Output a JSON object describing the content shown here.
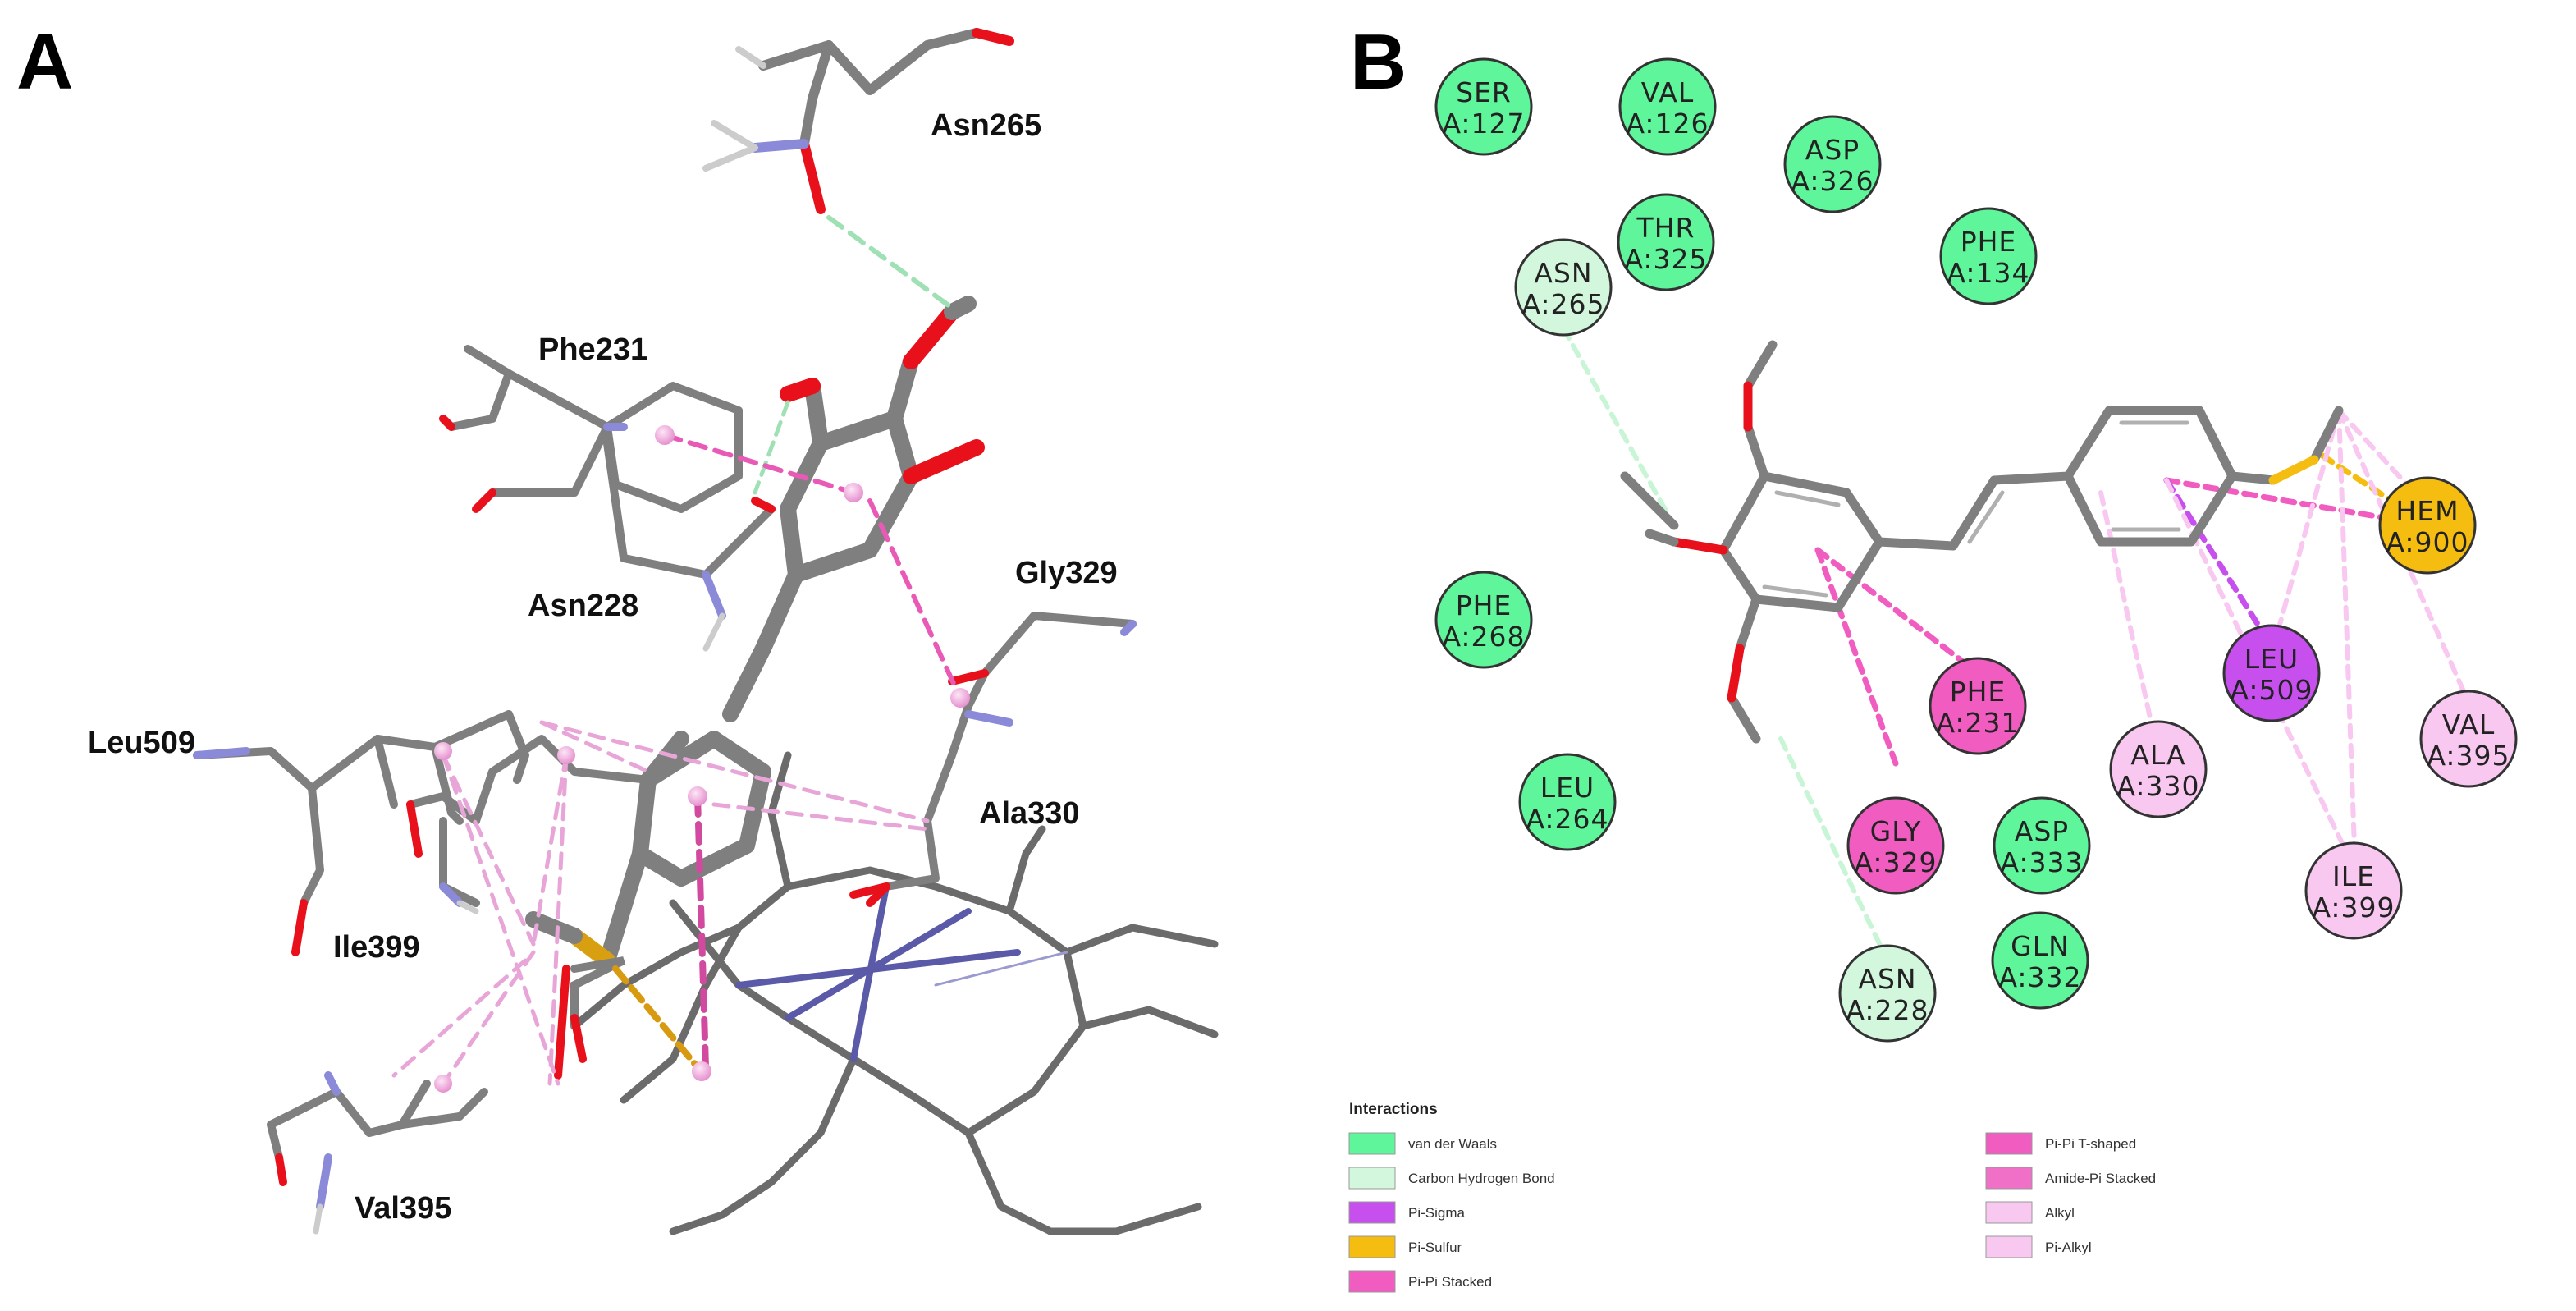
{
  "panels": {
    "a": "A",
    "b": "B"
  },
  "residue_labels_a": {
    "asn265": "Asn265",
    "phe231": "Phe231",
    "asn228": "Asn228",
    "gly329": "Gly329",
    "leu509": "Leu509",
    "ala330": "Ala330",
    "ile399": "Ile399",
    "val395": "Val395"
  },
  "nodes": [
    {
      "id": "ser127",
      "name": "SER",
      "pos": "A:127",
      "type": "vdw"
    },
    {
      "id": "val126",
      "name": "VAL",
      "pos": "A:126",
      "type": "vdw"
    },
    {
      "id": "asp326",
      "name": "ASP",
      "pos": "A:326",
      "type": "vdw"
    },
    {
      "id": "asn265",
      "name": "ASN",
      "pos": "A:265",
      "type": "chb"
    },
    {
      "id": "thr325",
      "name": "THR",
      "pos": "A:325",
      "type": "vdw"
    },
    {
      "id": "phe134",
      "name": "PHE",
      "pos": "A:134",
      "type": "vdw"
    },
    {
      "id": "phe268",
      "name": "PHE",
      "pos": "A:268",
      "type": "vdw"
    },
    {
      "id": "hem900",
      "name": "HEM",
      "pos": "A:900",
      "type": "pisulfur"
    },
    {
      "id": "phe231",
      "name": "PHE",
      "pos": "A:231",
      "type": "tshaped"
    },
    {
      "id": "leu509",
      "name": "LEU",
      "pos": "A:509",
      "type": "pisigma"
    },
    {
      "id": "val395",
      "name": "VAL",
      "pos": "A:395",
      "type": "alkyl"
    },
    {
      "id": "leu264",
      "name": "LEU",
      "pos": "A:264",
      "type": "vdw"
    },
    {
      "id": "ala330",
      "name": "ALA",
      "pos": "A:330",
      "type": "alkyl"
    },
    {
      "id": "gly329",
      "name": "GLY",
      "pos": "A:329",
      "type": "amidepi"
    },
    {
      "id": "asp333",
      "name": "ASP",
      "pos": "A:333",
      "type": "vdw"
    },
    {
      "id": "ile399",
      "name": "ILE",
      "pos": "A:399",
      "type": "alkyl"
    },
    {
      "id": "gln332",
      "name": "GLN",
      "pos": "A:332",
      "type": "vdw"
    },
    {
      "id": "asn228",
      "name": "ASN",
      "pos": "A:228",
      "type": "chb"
    }
  ],
  "legend": {
    "title": "Interactions",
    "items": [
      {
        "label": "van der Waals",
        "color": "#5ff59b"
      },
      {
        "label": "Carbon Hydrogen Bond",
        "color": "#d2f7dd"
      },
      {
        "label": "Pi-Sigma",
        "color": "#c64fee"
      },
      {
        "label": "Pi-Sulfur",
        "color": "#f5bd10"
      },
      {
        "label": "Pi-Pi Stacked",
        "color": "#f05cc0"
      },
      {
        "label": "Pi-Pi T-shaped",
        "color": "#f05cc0"
      },
      {
        "label": "Amide-Pi Stacked",
        "color": "#f070c8"
      },
      {
        "label": "Alkyl",
        "color": "#f8c8f0"
      },
      {
        "label": "Pi-Alkyl",
        "color": "#f8c8f0"
      }
    ]
  },
  "colors": {
    "vdw": "#5ff59b",
    "chb": "#d2f7dd",
    "pisigma": "#c64fee",
    "pisulfur": "#f5bd10",
    "tshaped": "#f05cc0",
    "amidepi": "#f05cc0",
    "alkyl": "#f8c8f0",
    "carbon": "#7f7f7f",
    "oxygen": "#e8101a",
    "nitrogen": "#8a8ad8",
    "sulfur": "#d8a010"
  }
}
